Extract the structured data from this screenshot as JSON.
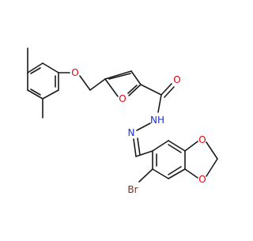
{
  "molecule": {
    "atom_labels": {
      "ether_o": "O",
      "furan_o": "O",
      "carbonyl_o": "O",
      "amide_nh": "NH",
      "hydrazone_n": "N",
      "dioxole_o_top": "O",
      "dioxole_o_bottom": "O",
      "bromine": "Br"
    }
  },
  "colors": {
    "oxygen": "#e8000b",
    "nitrogen": "#1e2fdc",
    "bromine": "#8b2a1a",
    "bond": "#1a1a1a"
  }
}
